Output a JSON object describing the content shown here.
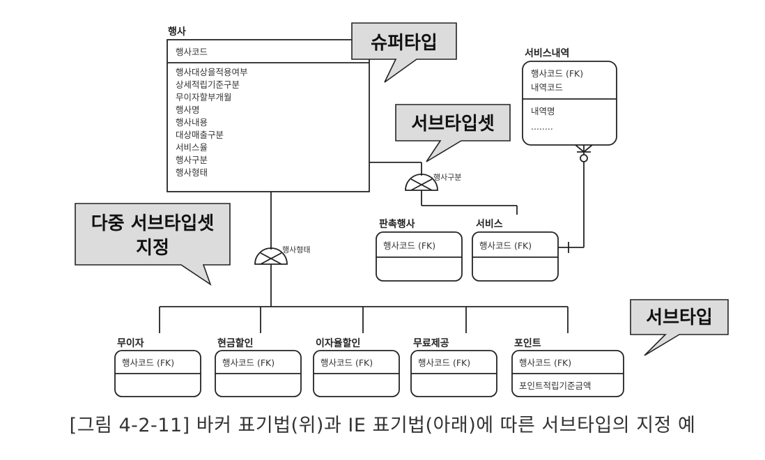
{
  "caption": "[그림 4-2-11] 바커 표기법(위)과 IE 표기법(아래)에 따른 서브타입의 지정 예",
  "supertype": {
    "title": "행사",
    "pk": "행사코드",
    "attributes": [
      "행사대상을적용여부",
      "상세적립기준구분",
      "무이자할부개월",
      "행사명",
      "행사내용",
      "대상매출구분",
      "서비스율",
      "행사구분",
      "행사형태"
    ]
  },
  "service_detail": {
    "title": "서비스내역",
    "keys": [
      "행사코드 (FK)",
      "내역코드"
    ],
    "attributes": [
      "내역명",
      "........"
    ]
  },
  "discriminators": {
    "right": "행사구분",
    "bottom": "행사형태"
  },
  "subtypes_top": [
    {
      "title": "판촉행사",
      "key": "행사코드 (FK)"
    },
    {
      "title": "서비스",
      "key": "행사코드 (FK)"
    }
  ],
  "subtypes_bottom": [
    {
      "title": "무이자",
      "key": "행사코드 (FK)",
      "attr": ""
    },
    {
      "title": "현금할인",
      "key": "행사코드 (FK)",
      "attr": ""
    },
    {
      "title": "이자율할인",
      "key": "행사코드 (FK)",
      "attr": ""
    },
    {
      "title": "무료제공",
      "key": "행사코드 (FK)",
      "attr": ""
    },
    {
      "title": "포인트",
      "key": "행사코드 (FK)",
      "attr": "포인트적립기준금액"
    }
  ],
  "callouts": {
    "supertype": "슈퍼타입",
    "subtype_set": "서브타입셋",
    "multi_line1": "다중 서브타입셋",
    "multi_line2": "지정",
    "subtype": "서브타입"
  }
}
